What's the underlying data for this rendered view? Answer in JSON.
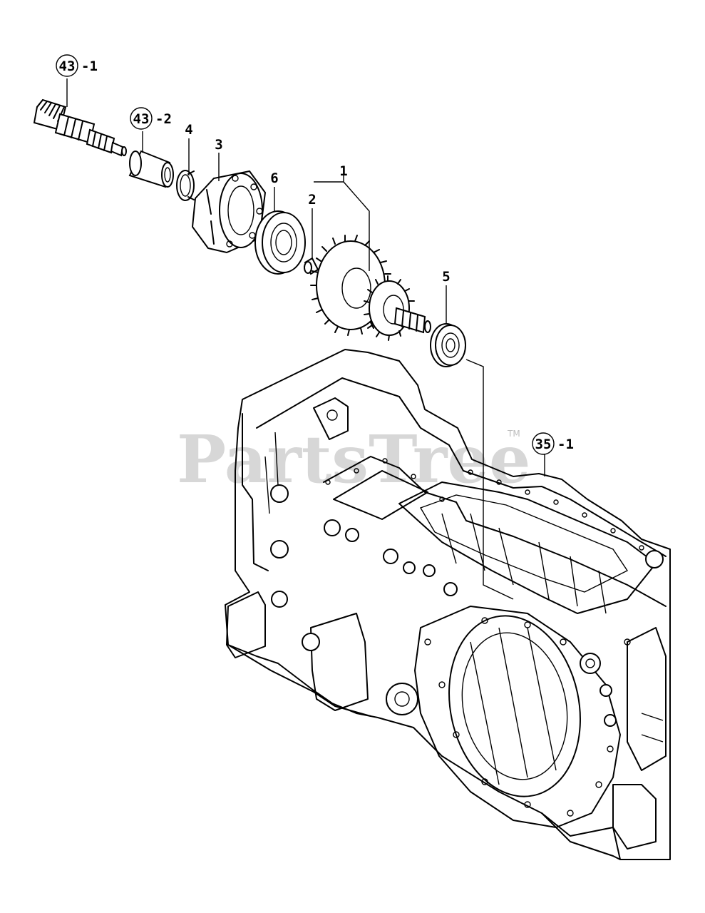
{
  "watermark": {
    "text": "PartsTree",
    "trademark": "TM"
  },
  "callouts": [
    {
      "id": "c43-1",
      "number": "43",
      "suffix": "-1",
      "circled": true
    },
    {
      "id": "c43-2",
      "number": "43",
      "suffix": "-2",
      "circled": true
    },
    {
      "id": "c4",
      "number": "4",
      "suffix": "",
      "circled": false
    },
    {
      "id": "c3",
      "number": "3",
      "suffix": "",
      "circled": false
    },
    {
      "id": "c6",
      "number": "6",
      "suffix": "",
      "circled": false
    },
    {
      "id": "c1",
      "number": "1",
      "suffix": "",
      "circled": false
    },
    {
      "id": "c2",
      "number": "2",
      "suffix": "",
      "circled": false
    },
    {
      "id": "c5",
      "number": "5",
      "suffix": "",
      "circled": false
    },
    {
      "id": "c35-1",
      "number": "35",
      "suffix": "-1",
      "circled": true
    }
  ]
}
